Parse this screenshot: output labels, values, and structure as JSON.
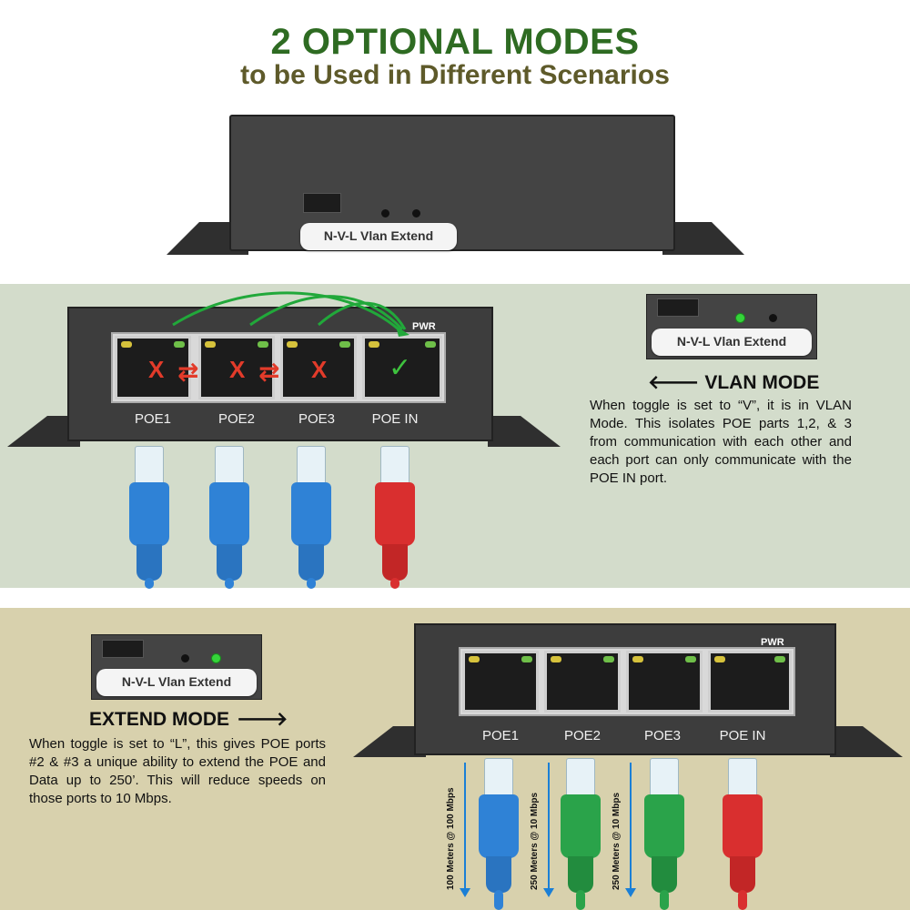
{
  "title": "2 OPTIONAL MODES",
  "subtitle": "to be Used in Different Scenarios",
  "top_device": {
    "label": "N-V-L  Vlan Extend"
  },
  "vlan": {
    "heading": "VLAN MODE",
    "arrow": "🡐",
    "description": "When toggle is set to “V”, it is in VLAN Mode. This isolates POE parts 1,2, & 3 from communication with each other and each port can only communicate with the POE IN port.",
    "pwr_label": "PWR",
    "ports": [
      "POE1",
      "POE2",
      "POE3",
      "POE IN"
    ],
    "blocked_mark": "X",
    "allowed_mark": "✓",
    "swap_arrow": "⇄",
    "inset_label": "N-V-L  Vlan Extend"
  },
  "extend": {
    "heading": "EXTEND MODE",
    "arrow": "🡒",
    "description": "When toggle is set to “L”, this gives POE ports #2 & #3 a unique ability to extend the POE and Data up to 250’.  This will reduce speeds on those ports to 10 Mbps.",
    "pwr_label": "PWR",
    "ports": [
      "POE1",
      "POE2",
      "POE3",
      "POE IN"
    ],
    "inset_label": "N-V-L  Vlan Extend",
    "distances": [
      "100 Meters @ 100 Mbps",
      "250 Meters @ 10 Mbps",
      "250 Meters @ 10 Mbps"
    ]
  },
  "colors": {
    "title": "#2e6b22",
    "subtitle": "#5e5a2a",
    "vlan_band": "#d3dccb",
    "extend_band": "#d8d1ad",
    "cable_blue": "#2f82d6",
    "cable_red": "#d92f2f",
    "cable_green": "#2aa34a"
  }
}
